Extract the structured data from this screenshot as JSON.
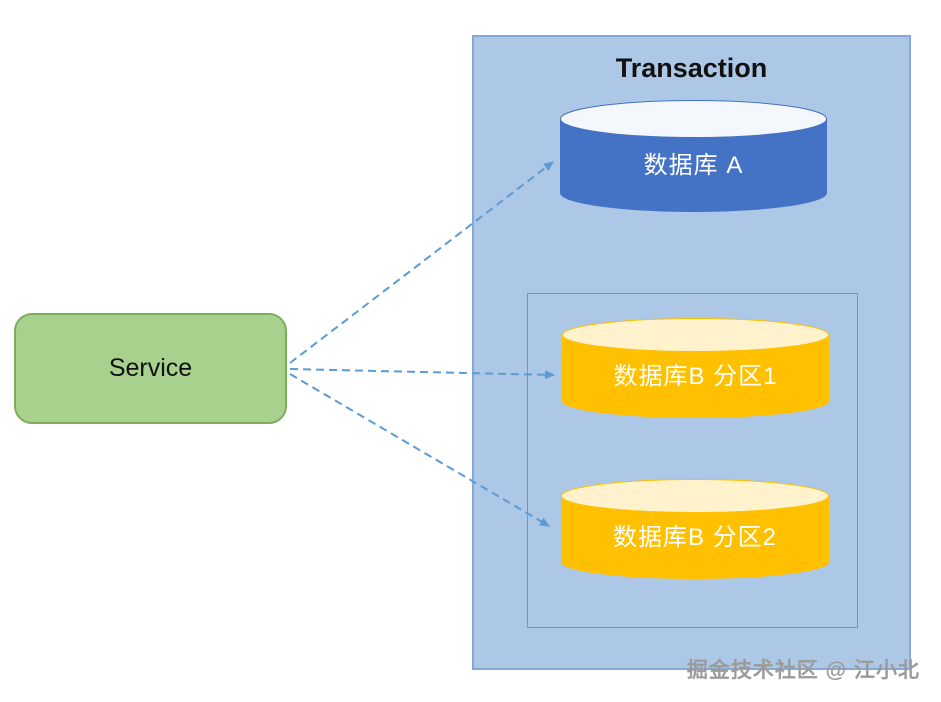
{
  "transaction": {
    "title": "Transaction",
    "db_a": {
      "label": "数据库 A"
    },
    "partition_group": {
      "db_b1": {
        "label": "数据库B 分区1"
      },
      "db_b2": {
        "label": "数据库B 分区2"
      }
    }
  },
  "service": {
    "label": "Service"
  },
  "watermark": "掘金技术社区 @ 江小北",
  "colors": {
    "panel_bg": "#adc8e6",
    "panel_border": "#84a9d4",
    "inner_box_border": "#6699cc",
    "db_a_body": "#4472c4",
    "db_a_top": "#f4f7fb",
    "db_b_body": "#ffc000",
    "db_b_top": "#fff2cc",
    "service_bg": "#a9d18e",
    "service_border": "#7dad5c",
    "arrow": "#5b9bd5",
    "label_text": "#ffffff"
  }
}
